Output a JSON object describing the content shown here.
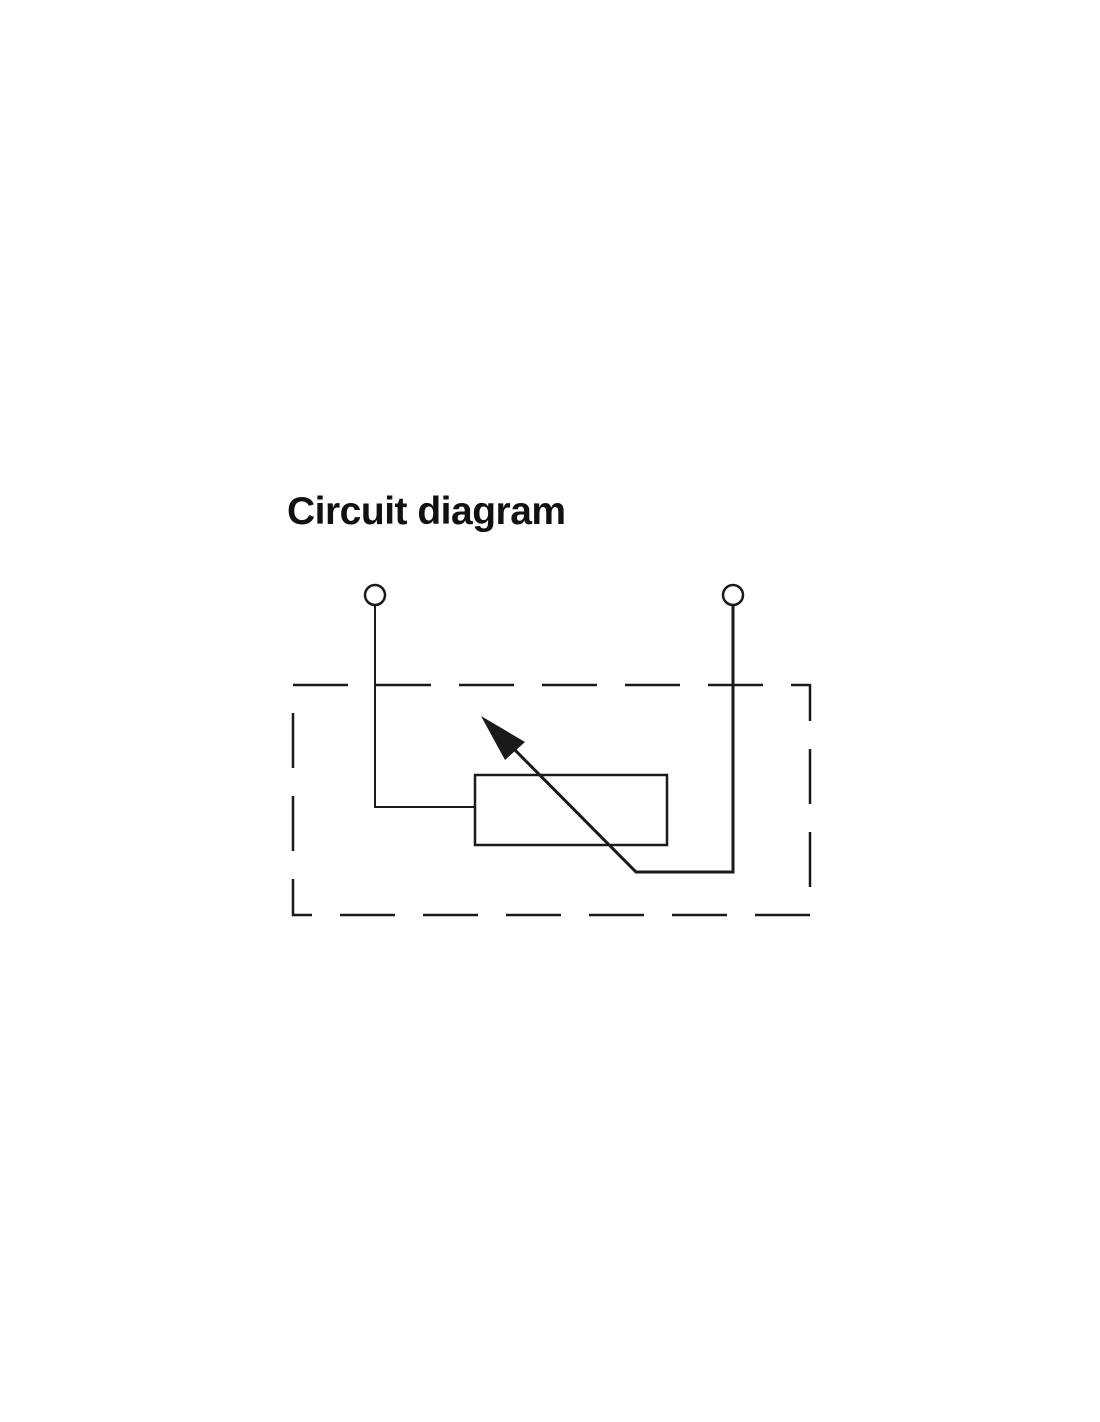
{
  "title": "Circuit diagram",
  "diagram": {
    "type": "variable-resistor-schematic",
    "components": [
      "terminal-left",
      "terminal-right",
      "resistor",
      "variable-arrow",
      "dashed-enclosure"
    ],
    "stroke_color": "#1a1a1a"
  }
}
